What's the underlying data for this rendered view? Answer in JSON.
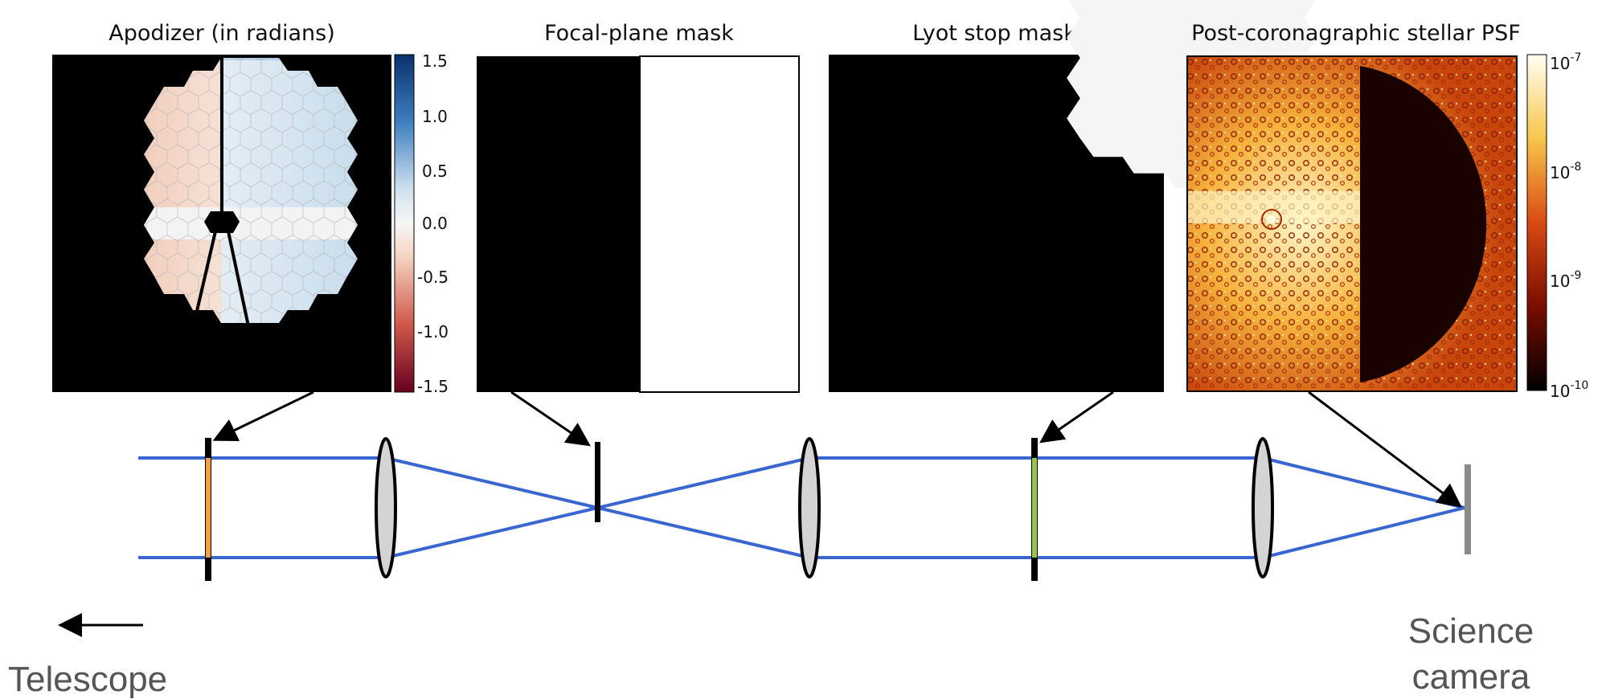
{
  "panels": {
    "apodizer": {
      "title": "Apodizer (in radians)",
      "colorbar_ticks": [
        "1.5",
        "1.0",
        "0.5",
        "0.0",
        "-0.5",
        "-1.0",
        "-1.5"
      ]
    },
    "focal_plane_mask": {
      "title": "Focal-plane mask"
    },
    "lyot_stop": {
      "title": "Lyot stop mask"
    },
    "psf": {
      "title": "Post-coronagraphic stellar PSF",
      "colorbar_ticks": [
        "10",
        "10",
        "10",
        "10"
      ],
      "colorbar_exponents": [
        "-7",
        "-8",
        "-9",
        "-10"
      ]
    }
  },
  "bench": {
    "left_label": "Telescope",
    "right_label_line1": "Science",
    "right_label_line2": "camera"
  },
  "colors": {
    "beam": "#3a66d0",
    "apodizer_plane": "#f0a040",
    "lyot_plane": "#9ac44a",
    "lens_fill": "#d4d4d4",
    "detector": "#8a8a8a"
  }
}
